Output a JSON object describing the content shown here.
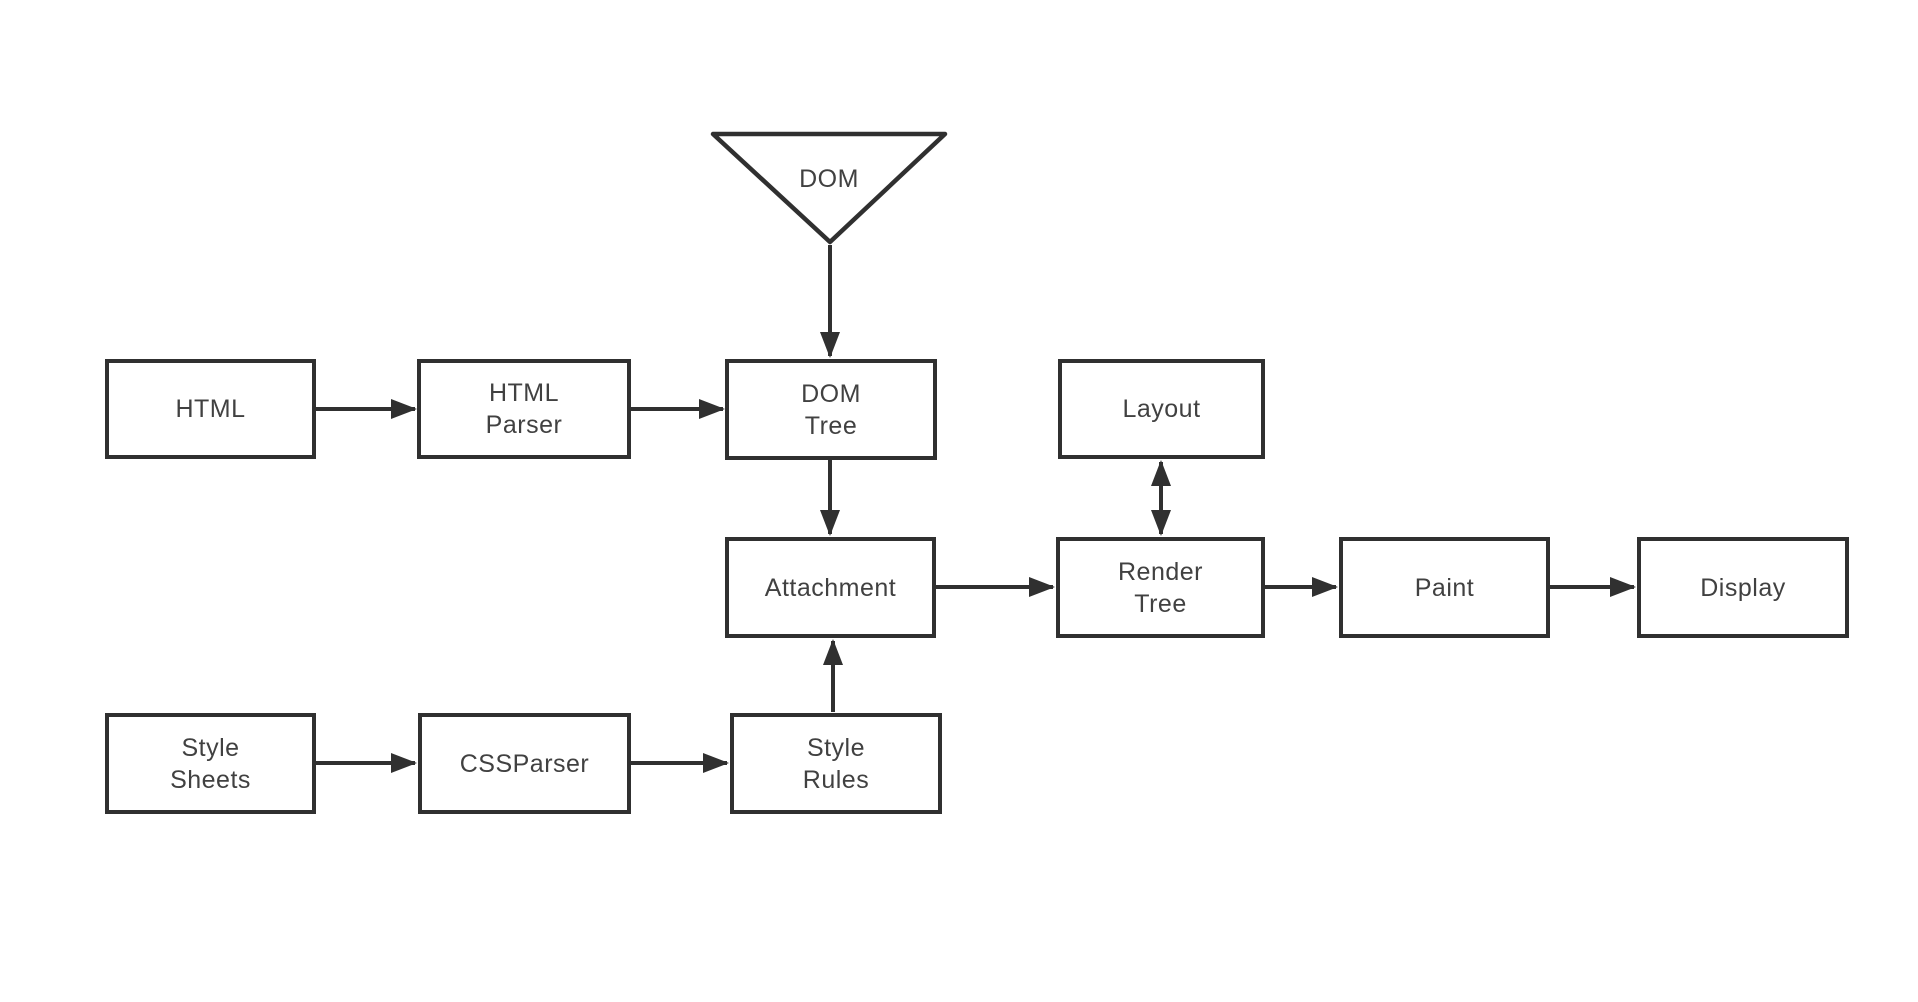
{
  "colors": {
    "background": "#ffffff",
    "stroke": "#303030",
    "text": "#414141"
  },
  "nodes": {
    "dom": {
      "label": "DOM",
      "shape": "inverted-triangle"
    },
    "html": {
      "label": "HTML",
      "shape": "rect"
    },
    "html_parser": {
      "label": "HTML\nParser",
      "shape": "rect"
    },
    "dom_tree": {
      "label": "DOM\nTree",
      "shape": "rect"
    },
    "layout": {
      "label": "Layout",
      "shape": "rect"
    },
    "attachment": {
      "label": "Attachment",
      "shape": "rect"
    },
    "render_tree": {
      "label": "Render\nTree",
      "shape": "rect"
    },
    "paint": {
      "label": "Paint",
      "shape": "rect"
    },
    "display": {
      "label": "Display",
      "shape": "rect"
    },
    "style_sheets": {
      "label": "Style\nSheets",
      "shape": "rect"
    },
    "css_parser": {
      "label": "CSSParser",
      "shape": "rect"
    },
    "style_rules": {
      "label": "Style\nRules",
      "shape": "rect"
    }
  },
  "edges": [
    {
      "from": "dom",
      "to": "dom_tree",
      "type": "arrow"
    },
    {
      "from": "html",
      "to": "html_parser",
      "type": "arrow"
    },
    {
      "from": "html_parser",
      "to": "dom_tree",
      "type": "arrow"
    },
    {
      "from": "dom_tree",
      "to": "attachment",
      "type": "arrow"
    },
    {
      "from": "attachment",
      "to": "render_tree",
      "type": "arrow"
    },
    {
      "from": "layout",
      "to": "render_tree",
      "type": "double-arrow"
    },
    {
      "from": "render_tree",
      "to": "paint",
      "type": "arrow"
    },
    {
      "from": "paint",
      "to": "display",
      "type": "arrow"
    },
    {
      "from": "style_sheets",
      "to": "css_parser",
      "type": "arrow"
    },
    {
      "from": "css_parser",
      "to": "style_rules",
      "type": "arrow"
    },
    {
      "from": "style_rules",
      "to": "attachment",
      "type": "arrow"
    }
  ]
}
